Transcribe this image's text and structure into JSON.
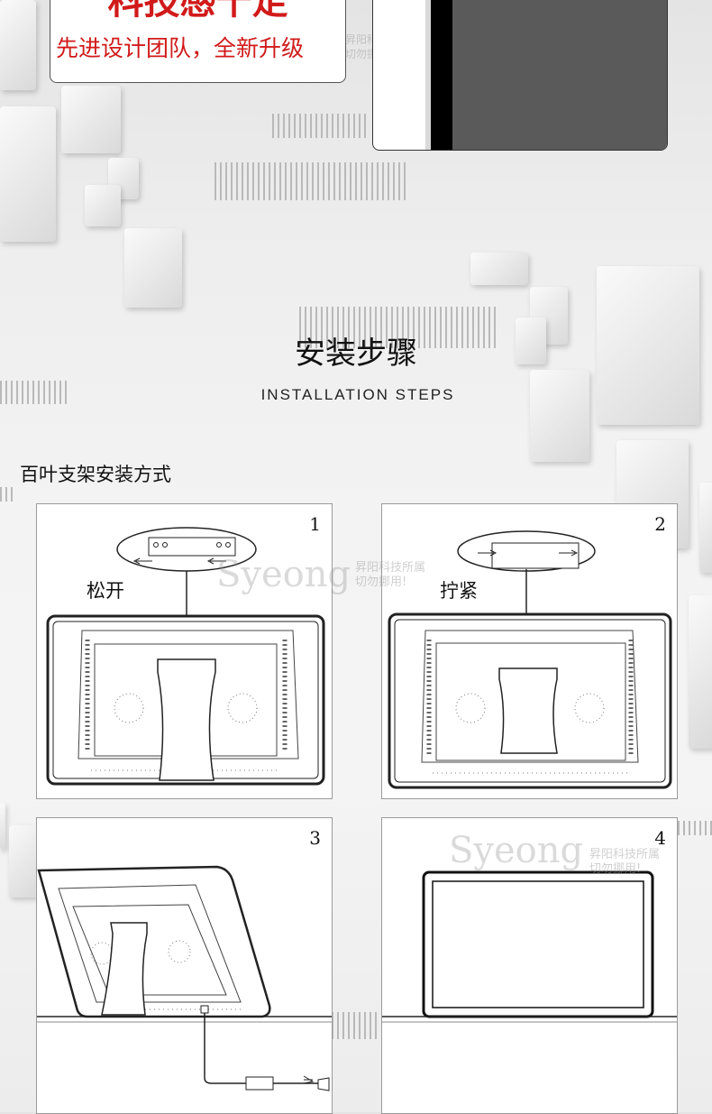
{
  "banner": {
    "headline": "科技感十足",
    "subline": "先进设计团队，全新升级"
  },
  "section": {
    "title_cn": "安装步骤",
    "title_en": "INSTALLATION STEPS"
  },
  "subtitle": "百叶支架安装方式",
  "steps": [
    {
      "number": "1",
      "label": "松开"
    },
    {
      "number": "2",
      "label": "拧紧"
    },
    {
      "number": "3",
      "label": ""
    },
    {
      "number": "4",
      "label": ""
    }
  ],
  "watermark": {
    "brand": "Syeong",
    "line1": "昇阳科技所属",
    "line2": "切勿挪用!"
  },
  "colors": {
    "accent_red": "#d11a1a",
    "panel_dark": "#5a5a5a",
    "line": "#222222"
  }
}
